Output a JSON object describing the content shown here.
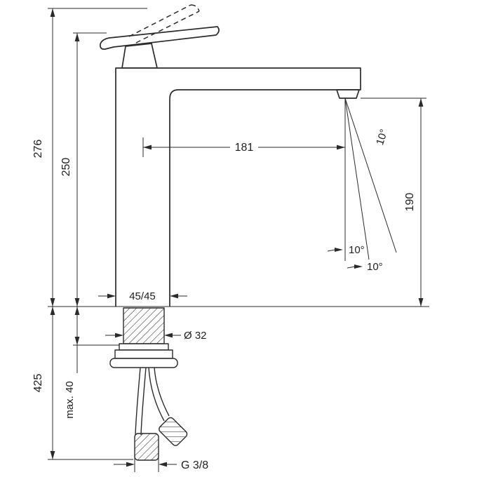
{
  "drawing": {
    "title": "faucet-dimension-drawing",
    "background": "#ffffff",
    "line_color": "#2b2b2b",
    "text_color": "#1f1f1f",
    "labels": {
      "total_height": "276",
      "body_height": "250",
      "spout_reach": "181",
      "spout_height": "190",
      "mounting_depth": "425",
      "max_counter_thickness": "max. 40",
      "base_dimensions": "45/45",
      "shank_diameter": "Ø 32",
      "connection_thread": "G 3/8",
      "spray_angle_main": "10°",
      "spray_angle_inner": "10°",
      "spray_angle_outer": "10°"
    }
  }
}
